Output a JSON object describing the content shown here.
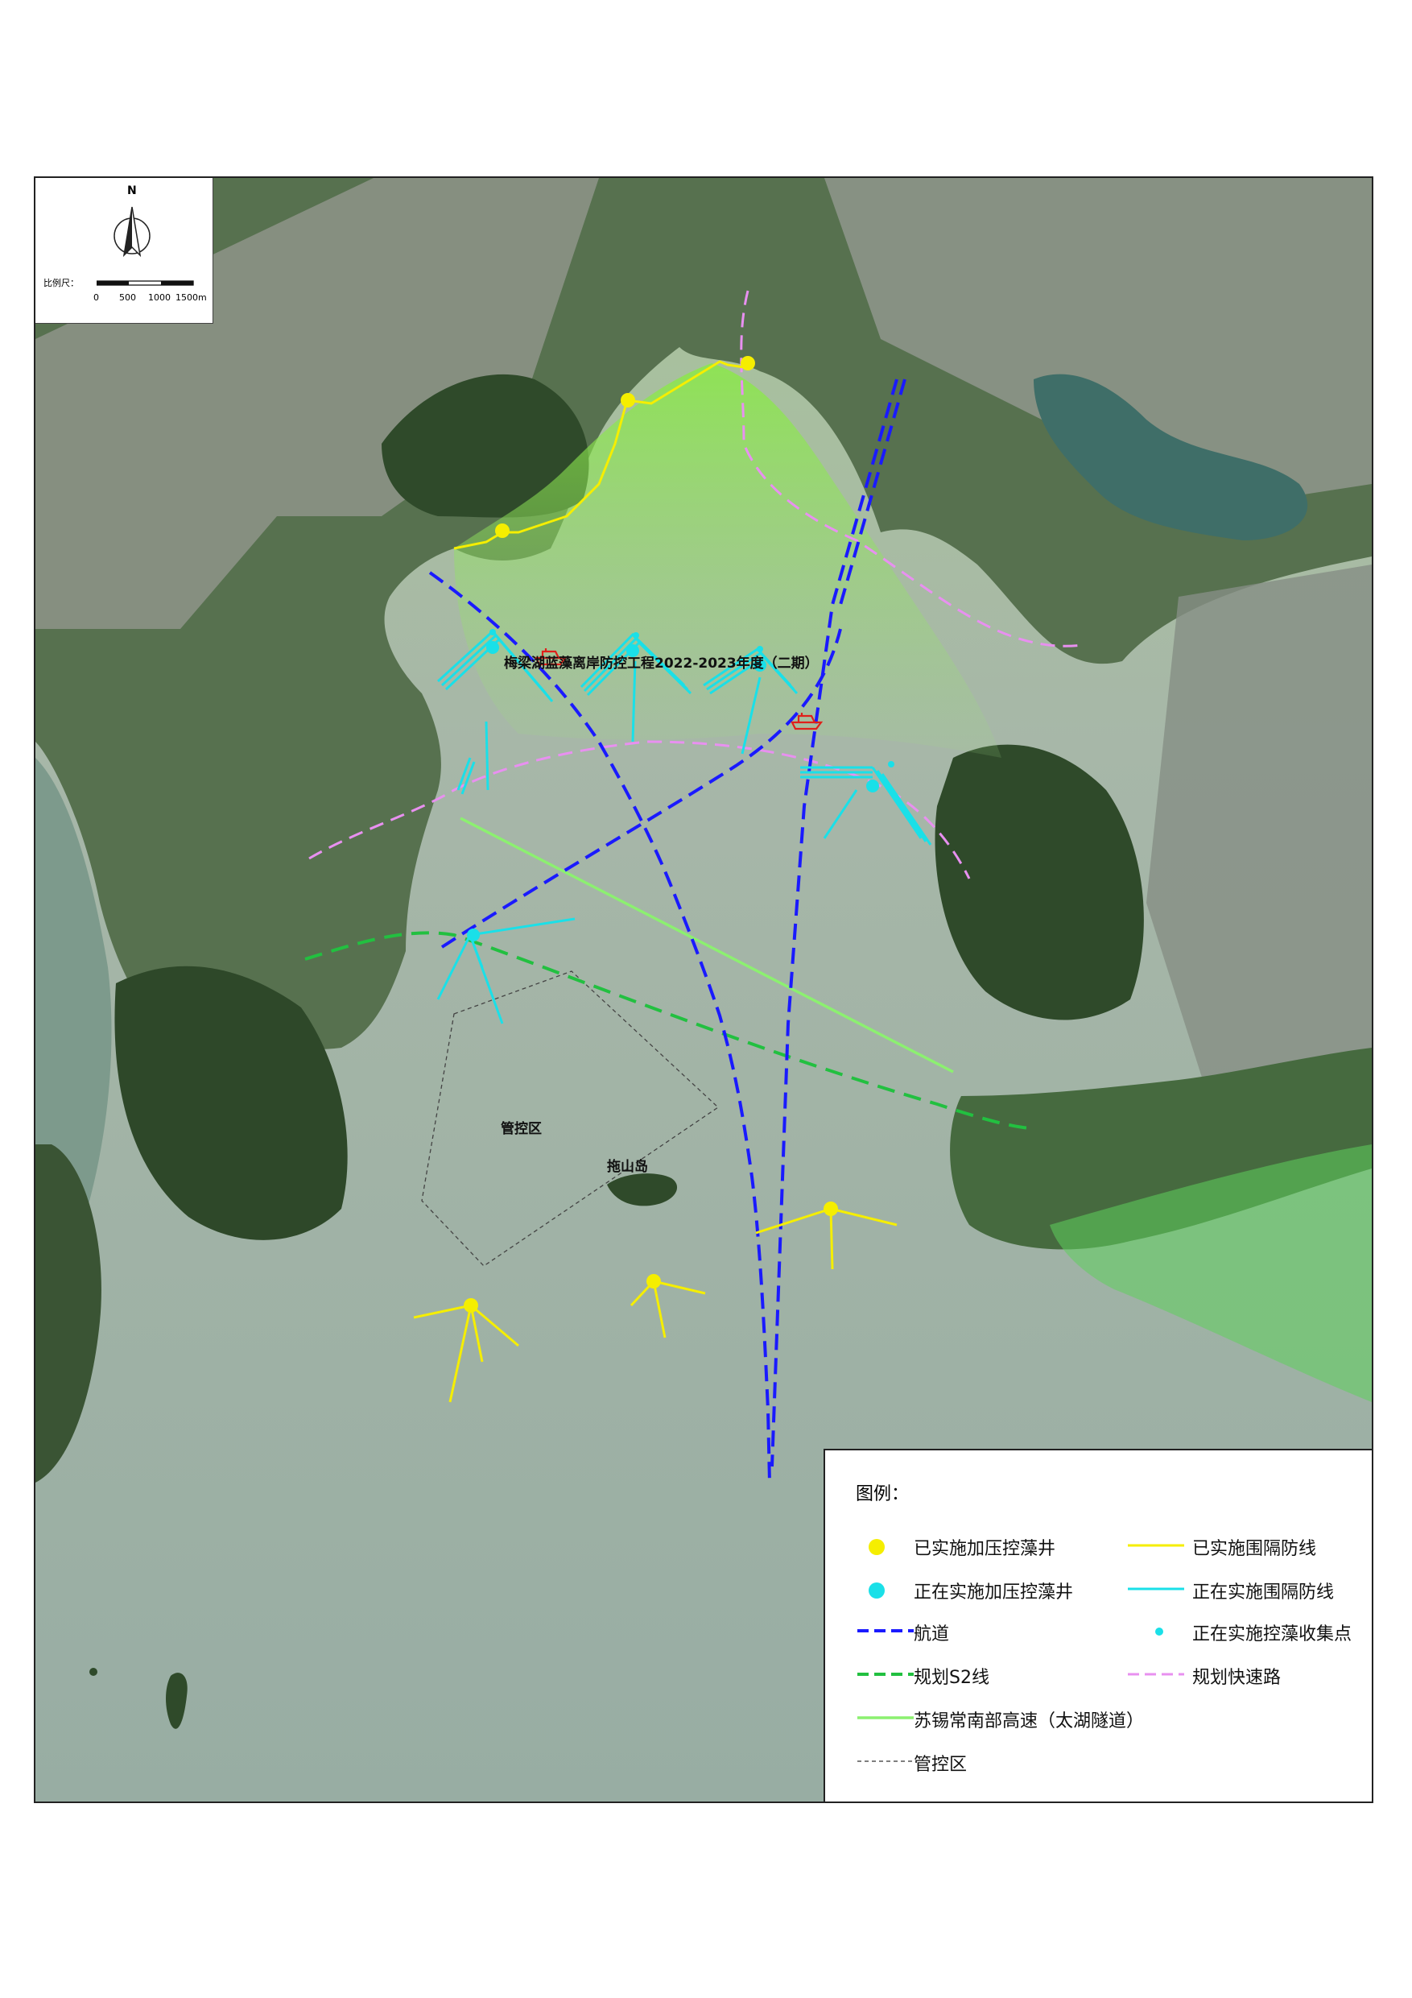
{
  "map": {
    "project_title": "梅梁湖蓝藻离岸防控工程2022-2023年度（二期）",
    "labels": {
      "control_zone": "管控区",
      "island": "拖山岛"
    }
  },
  "north_arrow": {
    "letter": "N"
  },
  "scale_bar": {
    "prefix": "比例尺：",
    "ticks": [
      "0",
      "500",
      "1000",
      "1500m"
    ]
  },
  "legend": {
    "title": "图例：",
    "items": [
      {
        "label": "已实施加压控藻井",
        "symbol": "dot",
        "color": "#f5ee00"
      },
      {
        "label": "已实施围隔防线",
        "symbol": "line",
        "color": "#f5ee00"
      },
      {
        "label": "正在实施加压控藻井",
        "symbol": "dot",
        "color": "#1ae0e8"
      },
      {
        "label": "正在实施围隔防线",
        "symbol": "line",
        "color": "#1ae0e8"
      },
      {
        "label": "航道",
        "symbol": "dash-thick",
        "color": "#1a1aff"
      },
      {
        "label": "正在实施控藻收集点",
        "symbol": "small-dot",
        "color": "#1ae0e8"
      },
      {
        "label": "规划S2线",
        "symbol": "dash",
        "color": "#22c040"
      },
      {
        "label": "规划快速路",
        "symbol": "dash",
        "color": "#e890f0"
      },
      {
        "label": "苏锡常南部高速（太湖隧道）",
        "symbol": "line",
        "color": "#8cf070"
      },
      {
        "label": "管控区",
        "symbol": "dash-thin",
        "color": "#555555"
      }
    ]
  }
}
